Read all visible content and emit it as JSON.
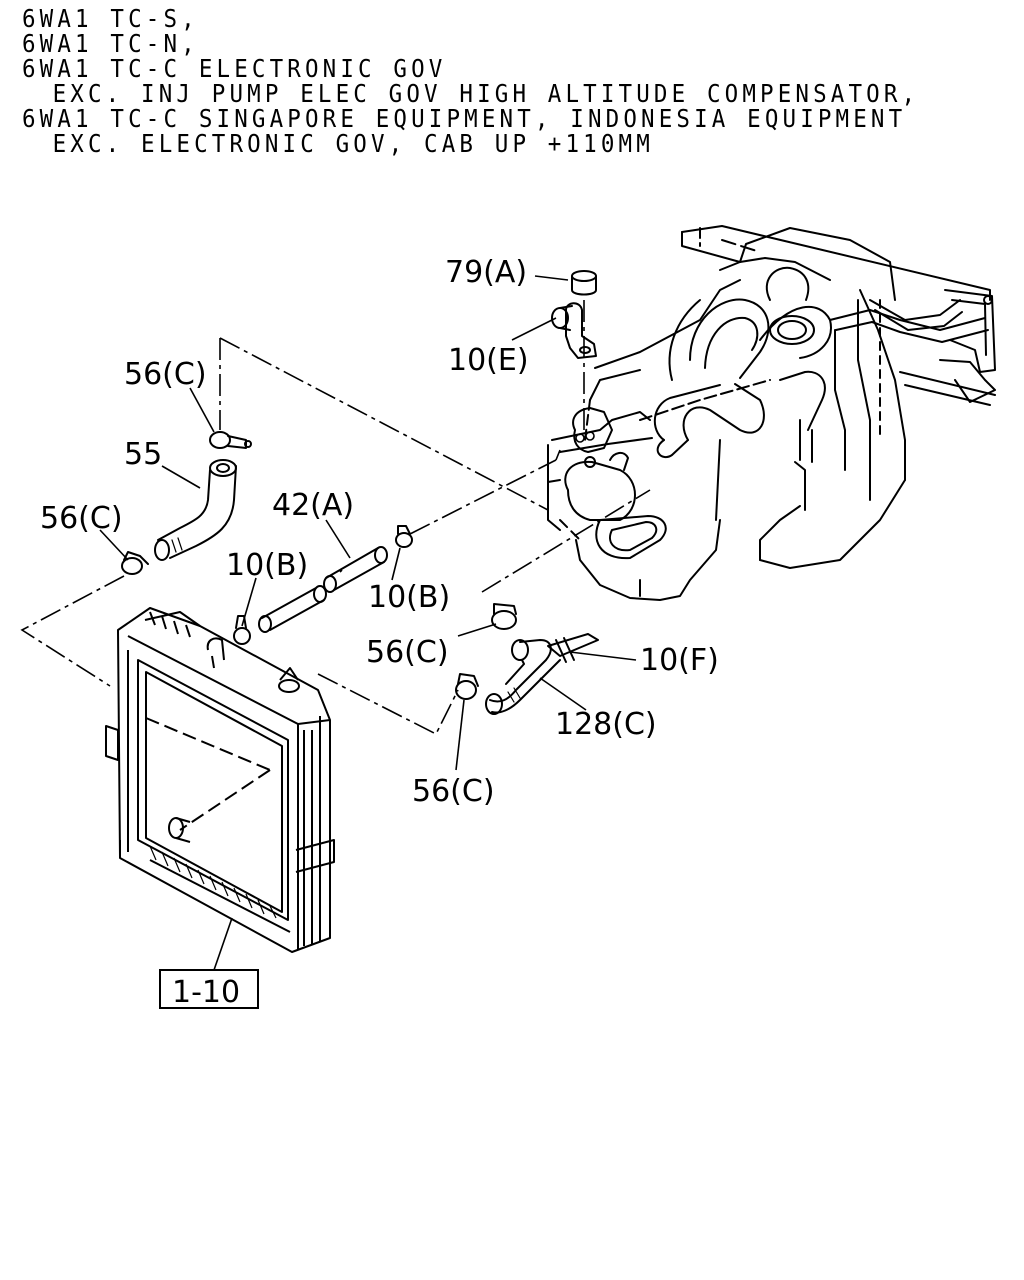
{
  "header": {
    "lines": [
      "6WA1 TC-S,",
      "6WA1 TC-N,",
      "6WA1 TC-C ELECTRONIC GOV",
      "EXC. INJ PUMP ELEC GOV HIGH ALTITUDE COMPENSATOR,",
      "6WA1 TC-C SINGAPORE EQUIPMENT, INDONESIA EQUIPMENT",
      "EXC. ELECTRONIC GOV, CAB UP +110MM"
    ]
  },
  "callouts": {
    "c79a": "79(A)",
    "c10e": "10(E)",
    "c56c_top": "56(C)",
    "c55": "55",
    "c56c_left": "56(C)",
    "c42a": "42(A)",
    "c10b_left": "10(B)",
    "c10b_right": "10(B)",
    "c56c_mid": "56(C)",
    "c10f": "10(F)",
    "c128c": "128(C)",
    "c56c_bottom": "56(C)",
    "ref_box": "1-10"
  }
}
